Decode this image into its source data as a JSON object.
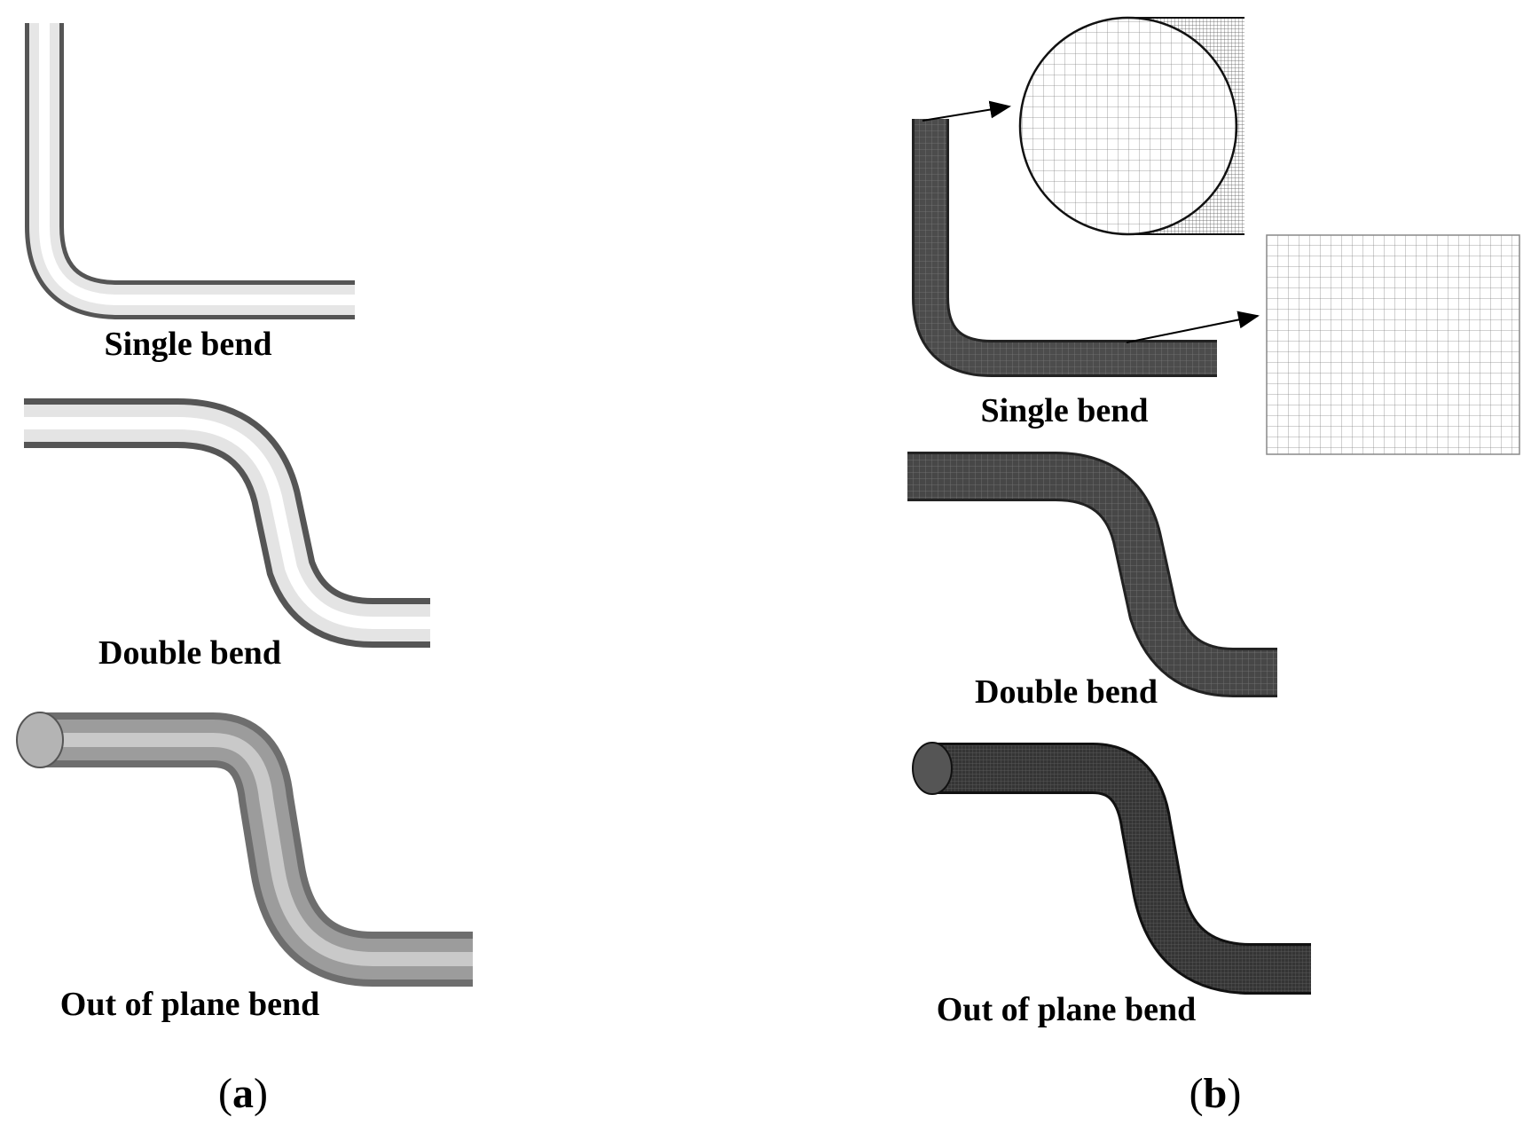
{
  "panel_a": {
    "label_letter": "a",
    "geometries": [
      {
        "name": "Single bend"
      },
      {
        "name": "Double bend"
      },
      {
        "name": "Out of plane bend"
      }
    ]
  },
  "panel_b": {
    "label_letter": "b",
    "geometries": [
      {
        "name": "Single bend"
      },
      {
        "name": "Double bend"
      },
      {
        "name": "Out of plane bend"
      }
    ]
  }
}
